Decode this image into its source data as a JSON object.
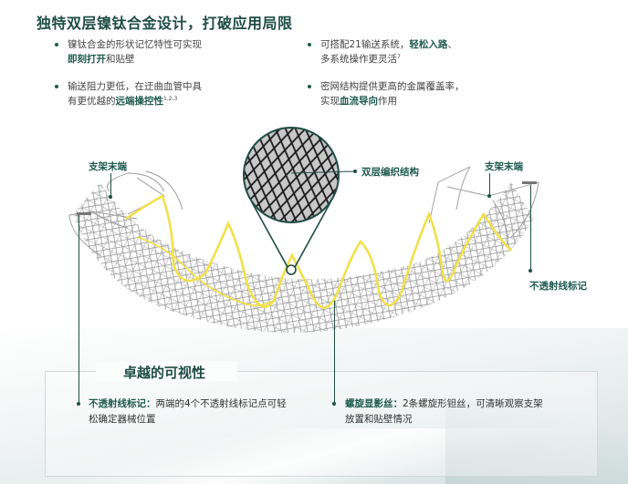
{
  "heading": "独特双层镍钛合金设计，打破应用局限",
  "features_left": [
    {
      "pre": "镍钛合金的形状记忆特性可实现",
      "br": true,
      "hl": "即刻打开",
      "post": "和贴壁",
      "sup": ""
    },
    {
      "pre": "输送阻力更低，在迂曲血管中具",
      "br": true,
      "pre2": "有更优越的",
      "hl": "远端操控性",
      "post": "",
      "sup": "1,2,3"
    }
  ],
  "features_right": [
    {
      "pre": "可搭配21输送系统，",
      "hl": "轻松入路",
      "post": "、",
      "line2": "多系统操作更灵活",
      "sup": "7"
    },
    {
      "pre": "密网结构提供更高的金属覆盖率，",
      "line2_pre": "实现",
      "hl": "血流导向",
      "post": "作用",
      "sup": ""
    }
  ],
  "diagram": {
    "label_stent_end_left": "支架末端",
    "label_stent_end_right": "支架末端",
    "label_braid": "双层编织结构",
    "label_marker": "不透射线标记",
    "colors": {
      "accent": "#1f4d45",
      "helix": "#f0e14a",
      "mesh": "#9a9a9a"
    }
  },
  "visibility": {
    "title": "卓越的可视性",
    "items": [
      {
        "label": "不透射线标记：",
        "text": "两端的4个不透射线标记点可轻",
        "text2": "松确定器械位置"
      },
      {
        "label": "螺旋显影丝：",
        "text": "2条螺旋形钽丝，可清晰观察支架",
        "text2": "放置和贴壁情况"
      }
    ]
  }
}
